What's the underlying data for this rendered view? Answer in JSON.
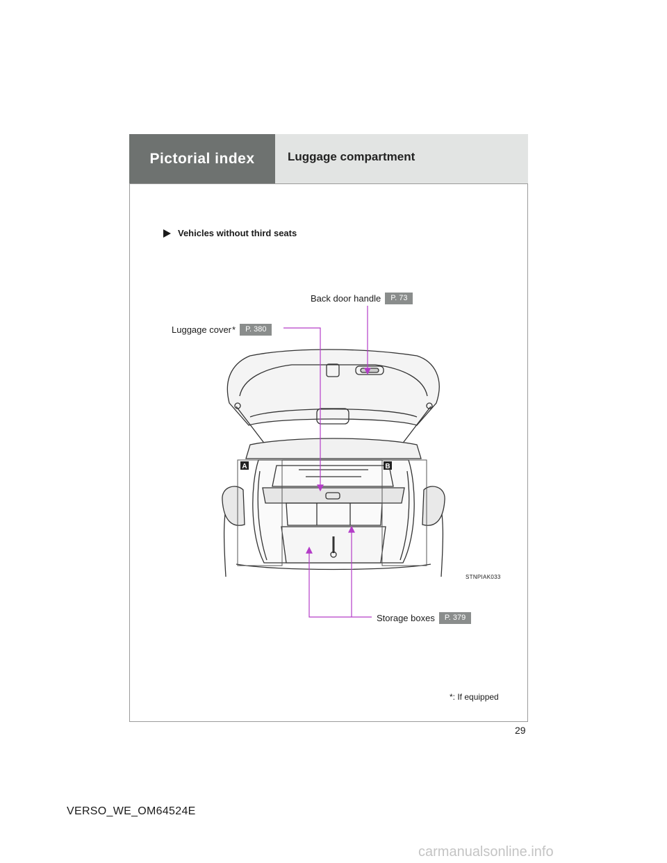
{
  "header": {
    "section_title": "Pictorial index",
    "page_title": "Luggage compartment"
  },
  "subheading": "Vehicles without third seats",
  "callouts": {
    "back_door_handle": {
      "label": "Back door handle",
      "page_ref": "P. 73"
    },
    "luggage_cover": {
      "label": "Luggage cover",
      "asterisk": "*",
      "page_ref": "P. 380"
    },
    "storage_boxes": {
      "label": "Storage boxes",
      "page_ref": "P. 379"
    }
  },
  "diagram": {
    "marker_a": "A",
    "marker_b": "B",
    "image_code": "STNPIAK033",
    "leader_color": "#b43cc8"
  },
  "footnote": {
    "symbol": "*",
    "text": ": If equipped"
  },
  "page_number": "29",
  "doc_code": "VERSO_WE_OM64524E",
  "watermark": "carmanualsonline.info"
}
